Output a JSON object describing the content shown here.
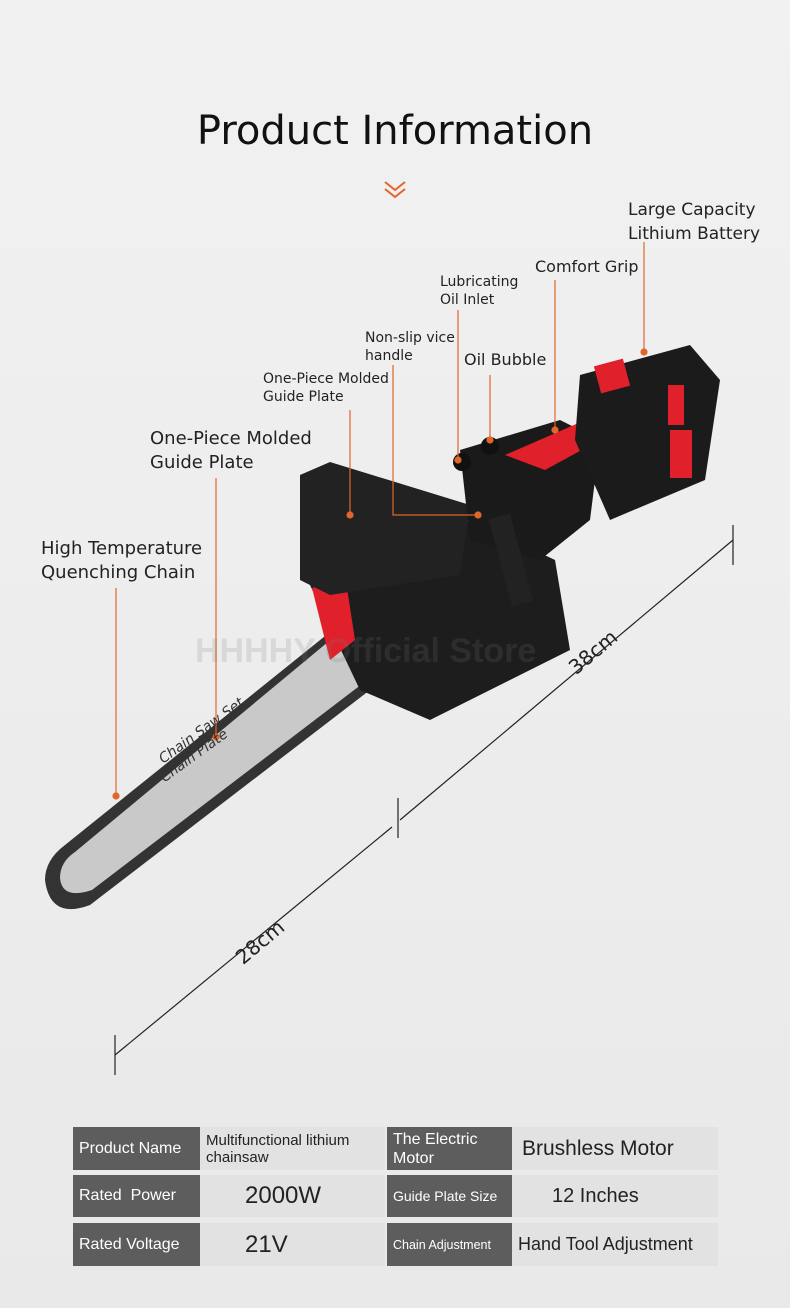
{
  "title": "Product Information",
  "watermark": "HHHHY Official Store",
  "callouts": {
    "battery": "Large Capacity\nLithium Battery",
    "grip": "Comfort Grip",
    "oil_inlet": "Lubricating\nOil Inlet",
    "vice_handle": "Non-slip vice\nhandle",
    "oil_bubble": "Oil Bubble",
    "guide_plate_small": "One-Piece Molded\nGuide Plate",
    "guide_plate": "One-Piece Molded\nGuide Plate",
    "chain": "High Temperature\nQuenching Chain"
  },
  "bar_text": [
    "Chain Saw Set",
    "Chain  Plate"
  ],
  "dimensions": {
    "length_total": "38cm",
    "length_bar": "28cm"
  },
  "colors": {
    "accent": "#e0662a",
    "table_dark": "#5d5d5d",
    "table_light": "#e2e2e2",
    "product_red": "#e0202a"
  },
  "specs": [
    {
      "label": "Product Name",
      "value": "Multifunctional lithium chainsaw"
    },
    {
      "label": "The Electric Motor",
      "value": "Brushless Motor"
    },
    {
      "label": "Rated  Power",
      "value": "2000W"
    },
    {
      "label": "Guide Plate Size",
      "value": "12 Inches"
    },
    {
      "label": "Rated Voltage",
      "value": "21V"
    },
    {
      "label": "Chain Adjustment",
      "value": "Hand Tool Adjustment"
    }
  ]
}
